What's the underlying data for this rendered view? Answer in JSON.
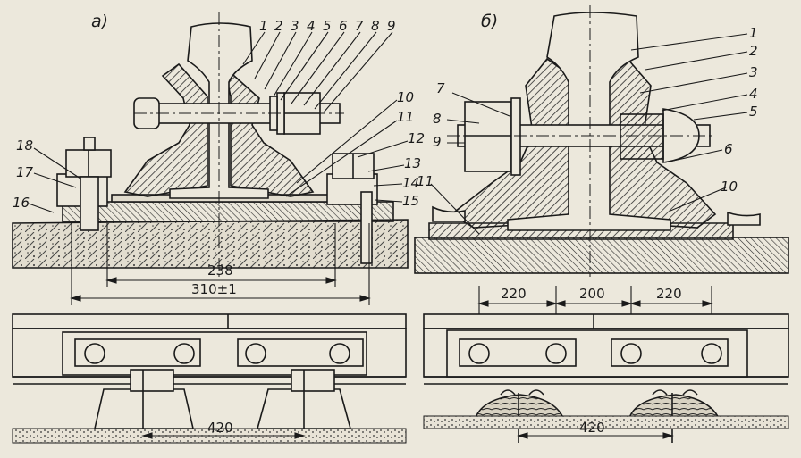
{
  "diagram": {
    "a": {
      "title": "а)",
      "labels_top": [
        "1",
        "2",
        "3",
        "4",
        "5",
        "6",
        "7",
        "8",
        "9"
      ],
      "labels_right": [
        "10",
        "11",
        "12",
        "13",
        "14",
        "15"
      ],
      "labels_left": [
        "18",
        "17",
        "16"
      ],
      "dim_inner": "238",
      "dim_outer": "310±1",
      "dim_plan": "420"
    },
    "b": {
      "title": "б)",
      "labels_right": [
        "1",
        "2",
        "3",
        "4",
        "5",
        "6",
        "10"
      ],
      "labels_left": [
        "7",
        "8",
        "9",
        "11"
      ],
      "dim_left": "220",
      "dim_mid": "200",
      "dim_right": "220",
      "dim_plan": "420"
    }
  },
  "colors": {
    "background": "#ece8dc",
    "ink": "#1a1a1a",
    "hatch": "#2a2a2a"
  }
}
